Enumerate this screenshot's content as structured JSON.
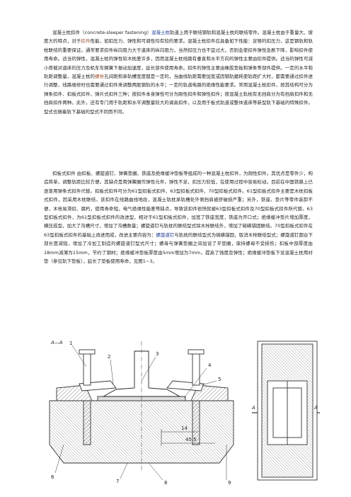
{
  "paragraph1": {
    "lead": "混凝土枕扣件（concrete-sleeper fastening）",
    "hl1": "混凝土枕",
    "t1": "轨道上用于联结钢轨和混凝土枕的联结零件。混凝土枕由于重量大、坡度大的特点，对于",
    "kw1": "扣件",
    "t2": "性能，如扣压力、弹性和可调性均有较的要求。混凝土枕扣件应具备如下性能：足够的扣压力，这是钢轨和轨枕联结的重要保证。通常要求扣件纵向阻力大于道床的纵向阻力，当然扣压力也不宜过大，否则会使扣件弹性急剧下降，影响扣件使用寿命。适当的弹性，混凝土枕的弹性较木枕差许多，因而混凝土枕线路有垂直和水平方向的弹性主要由扣件提供。适当的弹性可减小荷载对道床的压力及机车车辆簧下振动加速度，延长部件使用寿命。扣件的弹性主要由橡胶垫板和弹条等部件提供。一定的水平和轨距调整量，混凝土枕的",
    "kw2": "螺栓",
    "t3": "孔间距和承轨槽宽度都是一定的，当曲线轨距需要加宽或因钢轨磨耗使轨距扩大时，都需要通过扣件进行调整，线路维修时也需要通过扣件来调整两股钢轨的水平；一定的轨道电路的绝缘性能要求。常用混凝土枕扣件，按其结构可分为弹条扣件、扣板式扣件、弹片式扣件三种；按扣件本身弹性可分为刚性扣件和弹性扣件；按混凝土轨枕有无挡肩分为有挡肩扣件和无挡肩扣件两种。此外，还有专门用于轨距和水平调整量较大的调高扣件，以及用于板式轨道或整体道床等新型轨下基础的特殊扣件。型式也随着轨下基础的型式不同而不同。"
  },
  "paragraph2": {
    "t1": "扣板式扣件 由扣板、螺旋道钉、弹簧垫圈、铁座及绝缘缓冲垫板等组成的一种混凝土枕扣件，为刚性扣件。其优点是零件少，构造简单，调整轨距比较方便。其缺点是用弹簧圈作弹性元件，弹性不足，扣压力较低，在使用过程中容易松动。目前在中国铁路上已逐渐用弹条式扣件代替。扣板式扣件可分为61型扣板式扣件、63型扣板式扣件、70型扣板式扣件。61型扣板式扣件主要是木枕扣板式扣件，因采用木枕联结，该扣件在线路曲线地段，混凝土轨枕承轨槽处外侧挡肩被挤破损严重；另外，铁座、垫片等零件装卸不便，木栓易滑扣、腐朽，使用寿命短，电气绝缘性能差等缺点，导致该扣件很快就被63型扣板式扣件及70型扣板式扣件所代替。63型扣板式扣件，为61型扣板式扣件的改进型，相对于61型扣板式扣件，加宽了铁座宽度，铁座为开口式；绝缘缓冲垫片增加厚度，横压成型，加大了沟槽尺寸，增加了沟槽数量；螺旋道钉与轨枕的联结型式除木栓联结外，增加了硫磺锚固联结。70型扣板式扣件在63型扣板式扣件的基础上改进而成，改进主要内容为：",
    "hl1": "螺旋道钉",
    "t2": "与轨枕的联结型式为硫磺锚固，取消木栓联结型式；螺旋道钉圆台下部长度减短，增加了冷加工制造的螺旋道钉型式尺寸；螺母与弹簧垫圈之间加设了平垫圈，保持螺母不受损伤；扣板中部厚度由18mm减薄为15mm，节约了钢材；绝缘缓冲垫板厚度由5mm增加为7mm，提高了强度及弹性；绝缘缓冲垫板下设混凝土枕用衬垫（参见轨下垫板），延长了垫板使用寿命，见图1~3。"
  },
  "figure": {
    "section_label": "A—A",
    "label_a_left": "A",
    "label_a_right": "A",
    "dim_14": "14",
    "dim_45_5": "45.5",
    "num_1": "1",
    "num_2": "2",
    "num_3": "3",
    "num_4": "4",
    "num_5": "5",
    "num_6": "6",
    "num_7": "7",
    "num_8": "8",
    "num_9": "9"
  }
}
